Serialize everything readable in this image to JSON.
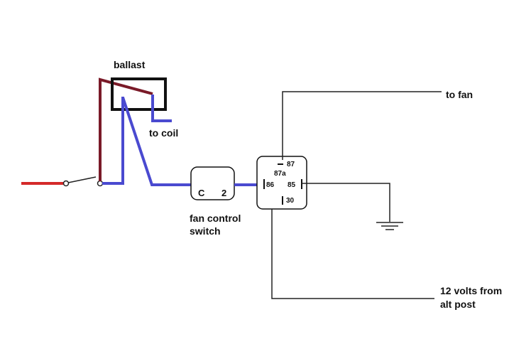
{
  "labels": {
    "ballast": "ballast",
    "to_coil": "to coil",
    "to_fan": "to fan",
    "fan_control_line1": "fan control",
    "fan_control_line2": "switch",
    "volts_line1": "12 volts from",
    "volts_line2": "alt post"
  },
  "switch_terminals": {
    "common": "C",
    "position_2": "2"
  },
  "relay_pins": {
    "p87": "87",
    "p87a": "87a",
    "p86": "86",
    "p85": "85",
    "p30": "30"
  },
  "colors": {
    "red_wire": "#d42a2a",
    "maroon_wire": "#7a1a28",
    "blue_wire": "#4a4ad0",
    "black_line": "#222222"
  }
}
